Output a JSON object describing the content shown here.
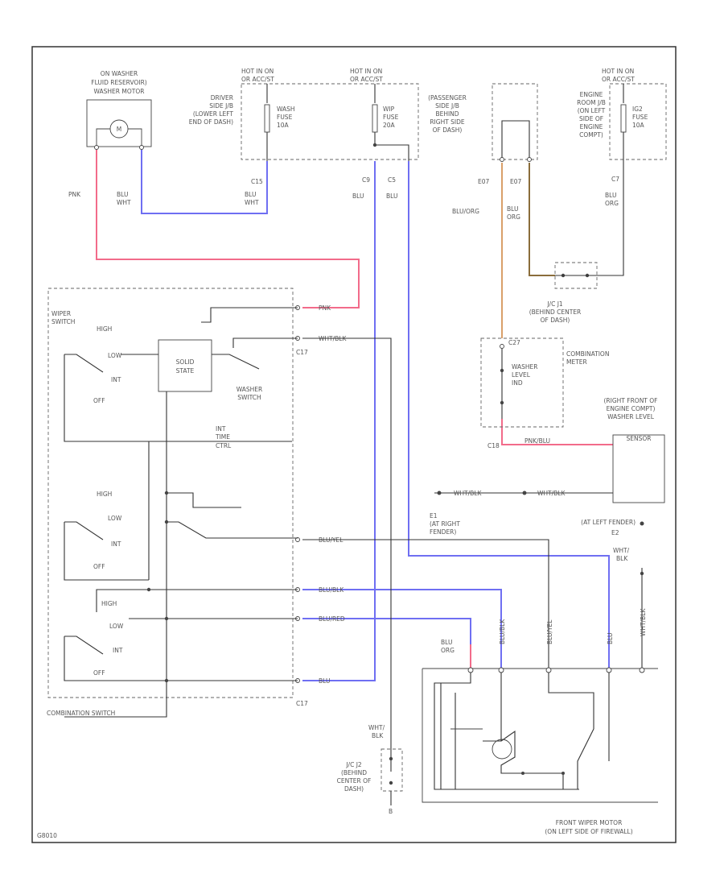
{
  "components": {
    "washer_motor": [
      "ON WASHER",
      "FLUID RESERVOIR)",
      "WASHER MOTOR"
    ],
    "motor_symbol": "M",
    "driver_jb_hot": [
      "HOT IN ON",
      "OR ACC/ST"
    ],
    "driver_jb": [
      "DRIVER",
      "SIDE J/B",
      "(LOWER LEFT",
      "END OF DASH)"
    ],
    "wash_fuse": [
      "WASH",
      "FUSE",
      "10A"
    ],
    "wip_hot": [
      "HOT IN ON",
      "OR ACC/ST"
    ],
    "wip_fuse": [
      "WIP",
      "FUSE",
      "20A"
    ],
    "passenger_jb": [
      "(PASSENGER",
      "SIDE J/B",
      "BEHIND",
      "RIGHT SIDE",
      "OF DASH)"
    ],
    "engine_jb_hot": [
      "HOT IN ON",
      "OR ACC/ST"
    ],
    "engine_jb": [
      "ENGINE",
      "ROOM J/B",
      "(ON LEFT",
      "SIDE OF",
      "ENGINE",
      "COMPT)"
    ],
    "ig2_fuse": [
      "IG2",
      "FUSE",
      "10A"
    ],
    "jc_j1": [
      "J/C J1",
      "(BEHIND CENTER",
      "OF DASH)"
    ],
    "combination_meter": [
      "COMBINATION",
      "METER"
    ],
    "washer_level_ind": [
      "WASHER",
      "LEVEL",
      "IND"
    ],
    "washer_level_sensor": [
      "(RIGHT FRONT OF",
      "ENGINE COMPT)",
      "WASHER LEVEL",
      "SENSOR"
    ],
    "wiper_switch": [
      "WIPER",
      "SWITCH"
    ],
    "solid_state": [
      "SOLID",
      "STATE"
    ],
    "washer_switch": [
      "WASHER",
      "SWITCH"
    ],
    "int_time": [
      "INT",
      "TIME",
      "CTRL"
    ],
    "combination_switch": "COMBINATION SWITCH",
    "front_wiper_motor": [
      "FRONT WIPER MOTOR",
      "(ON LEFT SIDE OF FIREWALL)"
    ],
    "jc_j2": [
      "J/C J2",
      "(BEHIND",
      "CENTER OF",
      "DASH)"
    ],
    "ground_e1": [
      "E1",
      "(AT RIGHT",
      "FENDER)"
    ],
    "ground_e2": [
      "(AT LEFT FENDER)",
      "E2"
    ],
    "ground_b": "B",
    "figure_code": "G8010"
  },
  "wire_labels": {
    "pnk": "PNK",
    "blu_wht_1": [
      "BLU",
      "WHT"
    ],
    "blu_wht_2": [
      "BLU",
      "WHT"
    ],
    "blu_1": "BLU",
    "blu_2": "BLU",
    "blu_org_1": "BLU/ORG",
    "blu_org_2": [
      "BLU",
      "ORG"
    ],
    "blu_org_3": [
      "BLU",
      "ORG"
    ],
    "pnk_grn": "PNK",
    "wht_blk_1": "WHT/BLK",
    "wht_blk_2": "WHT/BLK",
    "wht_blk_3": "WHT/BLK",
    "wht_blk_4": [
      "WHT/",
      "BLK"
    ],
    "wht_blk_5": [
      "WHT/",
      "BLK"
    ],
    "blu_yel": "BLU/YEL",
    "blu_blk": "BLU/BLK",
    "blu_red": "BLU/RED",
    "blu_org_bot": [
      "BLU",
      "ORG"
    ],
    "blu_blk_v": "BLU/BLK",
    "blu_yel_v": "BLU/YEL",
    "blu_v": "BLU",
    "wht_blk_v": "WHT/BLK",
    "pnk_grn_h": "PNK/BLU",
    "wiper_pnk": "PNK",
    "wiper_wht_blk": "WHT/BLK",
    "wiper_blu": "BLU"
  },
  "connectors": {
    "c15": "C15",
    "c9": "C9",
    "c5": "C5",
    "c7": "C7",
    "e07a": "E07",
    "e07b": "E07",
    "c27": "C27",
    "c18": "C18",
    "c17": "C17"
  },
  "switch_positions": {
    "high": "HIGH",
    "low": "LOW",
    "int": "INT",
    "off": "OFF"
  },
  "colors": {
    "pink_wire": "#f26b8a",
    "blue_wire": "#6f6ff2",
    "orange_wire": "#d9a06a",
    "brown_wire": "#8a6d3b"
  }
}
